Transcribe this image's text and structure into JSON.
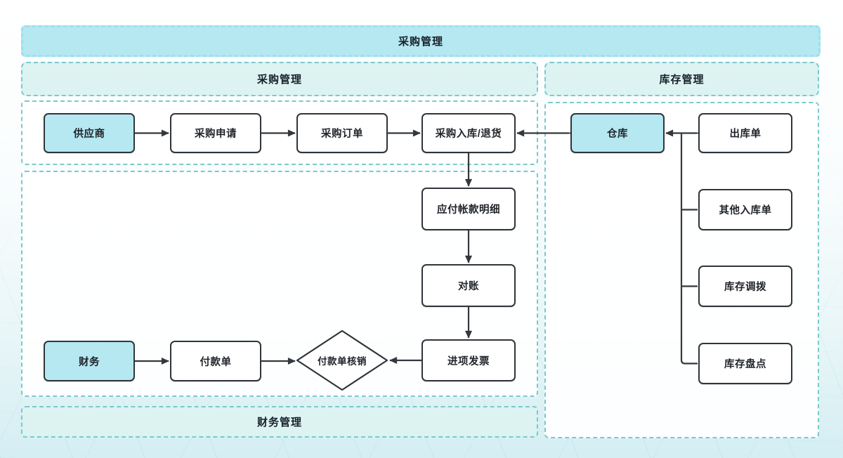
{
  "diagram_title": "采购管理",
  "banners": {
    "top": "采购管理",
    "purchase_section": "采购管理",
    "inventory_section": "库存管理",
    "finance_section": "财务管理"
  },
  "nodes": {
    "supplier": "供应商",
    "purchase_request": "采购申请",
    "purchase_order": "采购订单",
    "purchase_inbound_return": "采购入库/退货",
    "warehouse": "仓库",
    "outbound_order": "出库单",
    "other_inbound_order": "其他入库单",
    "inventory_transfer": "库存调拨",
    "inventory_count": "库存盘点",
    "accounts_payable_detail": "应付帐款明细",
    "reconciliation": "对账",
    "input_invoice": "进项发票",
    "finance": "财务",
    "payment_order": "付款单",
    "payment_writeoff": "付款单核销"
  },
  "edges": [
    {
      "from": "供应商",
      "to": "采购申请",
      "style": "arrow"
    },
    {
      "from": "采购申请",
      "to": "采购订单",
      "style": "arrow"
    },
    {
      "from": "采购订单",
      "to": "采购入库/退货",
      "style": "arrow"
    },
    {
      "from": "采购入库/退货",
      "to": "仓库",
      "style": "double-arrow"
    },
    {
      "from": "仓库",
      "to": "出库单",
      "style": "double-arrow"
    },
    {
      "from": "仓库/出库单连线",
      "to": "其他入库单",
      "style": "line"
    },
    {
      "from": "仓库/出库单连线",
      "to": "库存调拨",
      "style": "line"
    },
    {
      "from": "仓库/出库单连线",
      "to": "库存盘点",
      "style": "line"
    },
    {
      "from": "采购入库/退货",
      "to": "应付帐款明细",
      "style": "arrow"
    },
    {
      "from": "应付帐款明细",
      "to": "对账",
      "style": "arrow"
    },
    {
      "from": "对账",
      "to": "进项发票",
      "style": "arrow"
    },
    {
      "from": "进项发票",
      "to": "付款单核销",
      "style": "arrow"
    },
    {
      "from": "财务",
      "to": "付款单",
      "style": "arrow"
    },
    {
      "from": "付款单",
      "to": "付款单核销",
      "style": "arrow"
    }
  ],
  "colors": {
    "highlight_fill": "#b5e8f1",
    "banner_fill": "#b5e8f1",
    "section_fill": "#dcf3f2",
    "region_fill": "#ffffff",
    "dashed_border": "#79cace",
    "node_border": "#2f353a",
    "connector": "#33383d",
    "text": "#1f2329"
  }
}
